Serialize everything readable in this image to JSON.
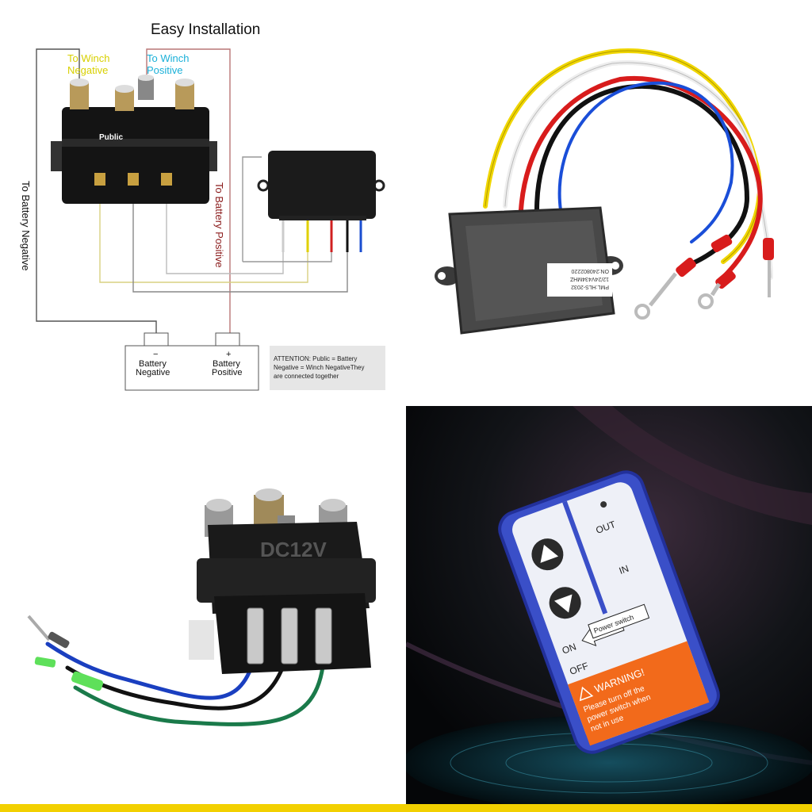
{
  "diagram": {
    "title": "Easy Installation",
    "label_winch_negative_1": "To Winch",
    "label_winch_negative_2": "Negative",
    "label_winch_positive_1": "To Winch",
    "label_winch_positive_2": "Positive",
    "public_label": "Public",
    "to_battery_negative": "To Battery Negative",
    "to_battery_positive": "To Battery Positive",
    "battery_minus": "−",
    "battery_plus": "+",
    "battery_negative_1": "Battery",
    "battery_negative_2": "Negative",
    "battery_positive_1": "Battery",
    "battery_positive_2": "Positive",
    "attention_1": "ATTENTION: Public = Battery",
    "attention_2": "Negative = Winch NegativeThey",
    "attention_3": "are connected together"
  },
  "receiver": {
    "sticker_1": "PML:HLS-2032",
    "sticker_2": "12/24V434MHZ",
    "sticker_3": "ON:240802220"
  },
  "solenoid": {
    "voltage_label": "DC12V"
  },
  "remote": {
    "out_label": "OUT",
    "in_label": "IN",
    "on_label": "ON",
    "off_label": "OFF",
    "power_switch": "Power switch",
    "warning_title": "WARNING!",
    "warning_1": "Please turn off the",
    "warning_2": "power switch when",
    "warning_3": "not in use"
  },
  "colors": {
    "accent_bar": "#f2d000",
    "remote_blue": "#3a4fc8",
    "warning_orange": "#f26a1b"
  }
}
